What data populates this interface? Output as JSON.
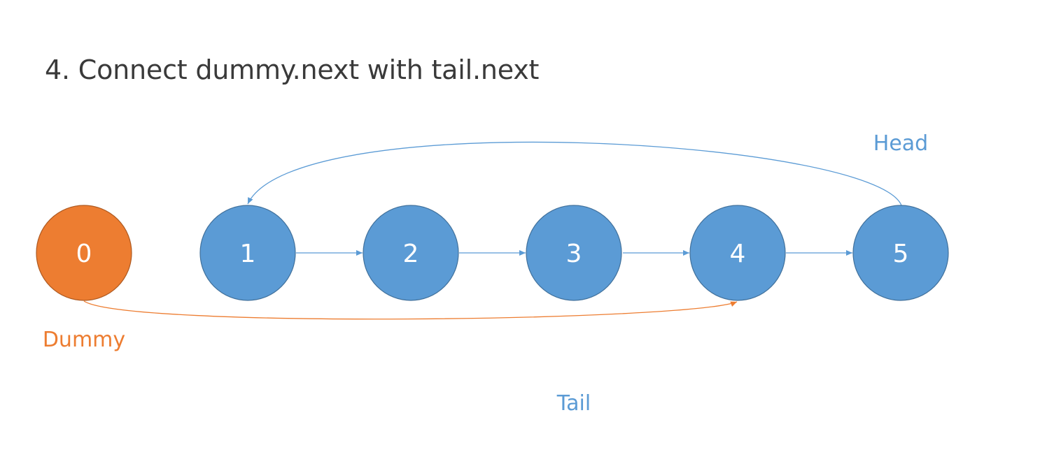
{
  "title": "4. Connect dummy.next with tail.next",
  "colors": {
    "node_fill": "#5b9bd5",
    "node_stroke": "#41719c",
    "dummy_fill": "#ed7d31",
    "dummy_stroke": "#ae5a21",
    "blue_text": "#5b9bd5",
    "orange_text": "#ed7d31",
    "arrow_blue": "#5b9bd5",
    "arrow_orange": "#ed7d31"
  },
  "dummy_node": {
    "label": "0"
  },
  "nodes": [
    {
      "label": "1"
    },
    {
      "label": "2"
    },
    {
      "label": "3"
    },
    {
      "label": "4"
    },
    {
      "label": "5"
    }
  ],
  "labels": {
    "head": "Head",
    "tail": "Tail",
    "dummy": "Dummy"
  }
}
